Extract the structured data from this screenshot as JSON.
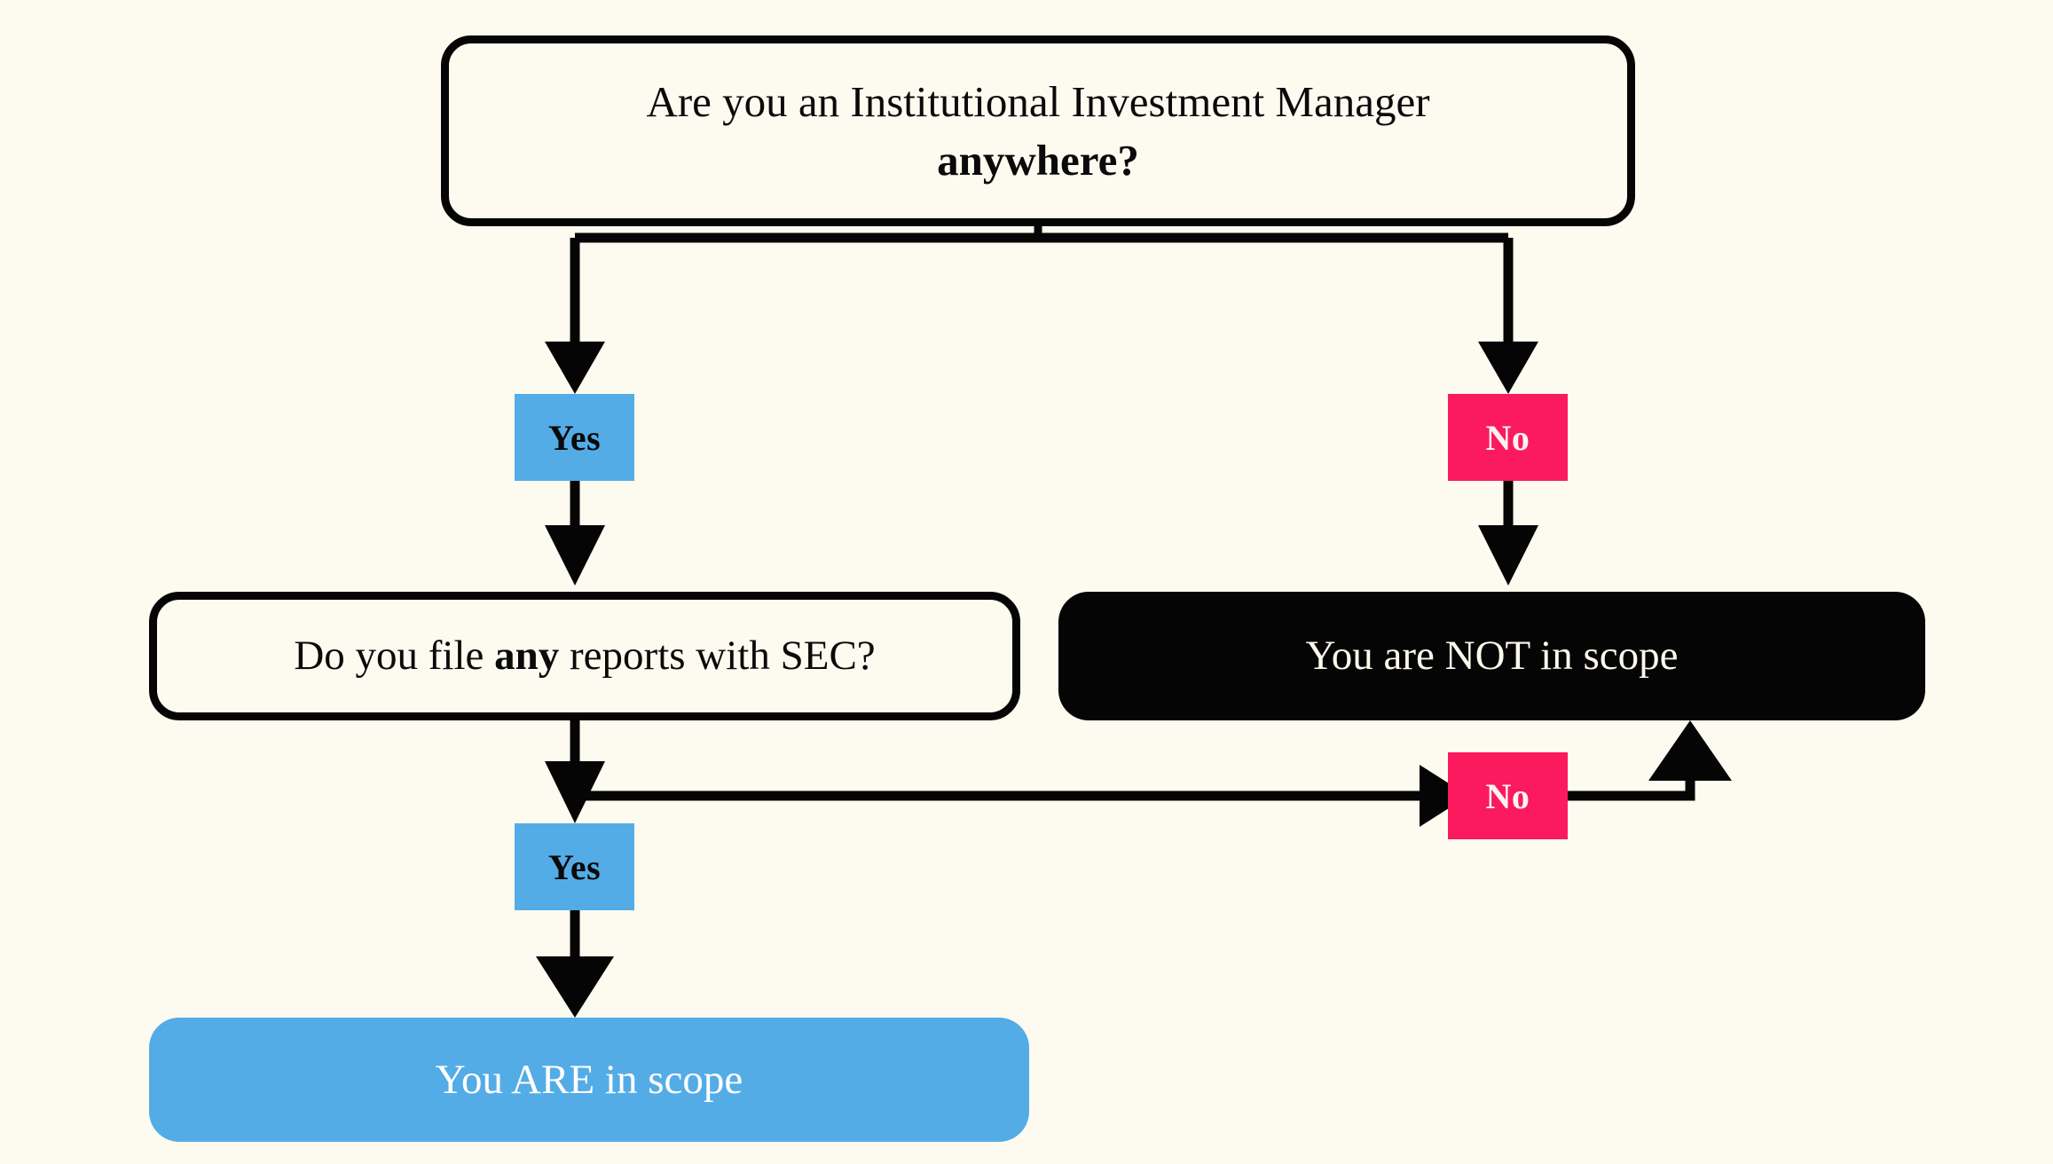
{
  "meta": {
    "title": "Institutional Investment Manager scope decision flowchart",
    "background_color": "#FDFBEF",
    "line_color": "#050505",
    "accent_blue": "#54ACE6",
    "accent_pink": "#FB1A5E",
    "dark": "#050505",
    "cream_text": "#FCF8EC"
  },
  "nodes": {
    "question_1": {
      "line_1": "Are you an Institutional Investment Manager",
      "line_2_bold": "anywhere?",
      "shape": "rounded-rectangle",
      "style": "outline"
    },
    "question_2": {
      "text_before": "Do you file ",
      "text_bold": "any",
      "text_after": " reports with SEC?",
      "shape": "rounded-rectangle",
      "style": "outline"
    },
    "outcome_not_in_scope": {
      "text": "You are NOT in scope",
      "shape": "rounded-rectangle",
      "style": "dark"
    },
    "outcome_in_scope": {
      "text": "You ARE in scope",
      "shape": "rounded-rectangle",
      "style": "blue"
    }
  },
  "edge_labels": {
    "q1_yes": "Yes",
    "q1_no": "No",
    "q2_yes": "Yes",
    "q2_no": "No"
  },
  "chart_data": {
    "type": "diagram",
    "diagram_type": "flowchart",
    "title": "Institutional Investment Manager scope decision flowchart",
    "nodes": [
      {
        "id": "q1",
        "label": "Are you an Institutional Investment Manager anywhere?",
        "kind": "decision",
        "fill": "#FDFBEF",
        "stroke": "#050505"
      },
      {
        "id": "q2",
        "label": "Do you file any reports with SEC?",
        "kind": "decision",
        "fill": "#FDFBEF",
        "stroke": "#050505"
      },
      {
        "id": "not_in_scope",
        "label": "You are NOT in scope",
        "kind": "terminal",
        "fill": "#050505",
        "text_color": "#FCF8EC"
      },
      {
        "id": "in_scope",
        "label": "You ARE in scope",
        "kind": "terminal",
        "fill": "#54ACE6",
        "text_color": "#FFFFFF"
      }
    ],
    "edges": [
      {
        "from": "q1",
        "to": "q2",
        "label": "Yes",
        "label_fill": "#54ACE6"
      },
      {
        "from": "q1",
        "to": "not_in_scope",
        "label": "No",
        "label_fill": "#FB1A5E"
      },
      {
        "from": "q2",
        "to": "in_scope",
        "label": "Yes",
        "label_fill": "#54ACE6"
      },
      {
        "from": "q2",
        "to": "not_in_scope",
        "label": "No",
        "label_fill": "#FB1A5E"
      }
    ]
  }
}
